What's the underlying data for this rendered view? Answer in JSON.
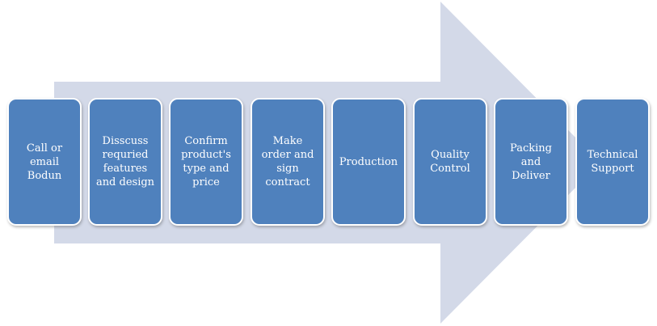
{
  "diagram": {
    "arrow_color": "#d3d9e8",
    "box_color": "#4f81bd",
    "box_border_color": "#ffffff",
    "text_color": "#ffffff",
    "steps": [
      {
        "label": "Call or\nemail\nBodun"
      },
      {
        "label": "Disscuss\nrequried\nfeatures\nand design"
      },
      {
        "label": "Confirm\nproduct's\ntype and\nprice"
      },
      {
        "label": "Make\norder and\nsign\ncontract"
      },
      {
        "label": "Production"
      },
      {
        "label": "Quality\nControl"
      },
      {
        "label": "Packing\nand\nDeliver"
      },
      {
        "label": "Technical\nSupport"
      }
    ]
  }
}
